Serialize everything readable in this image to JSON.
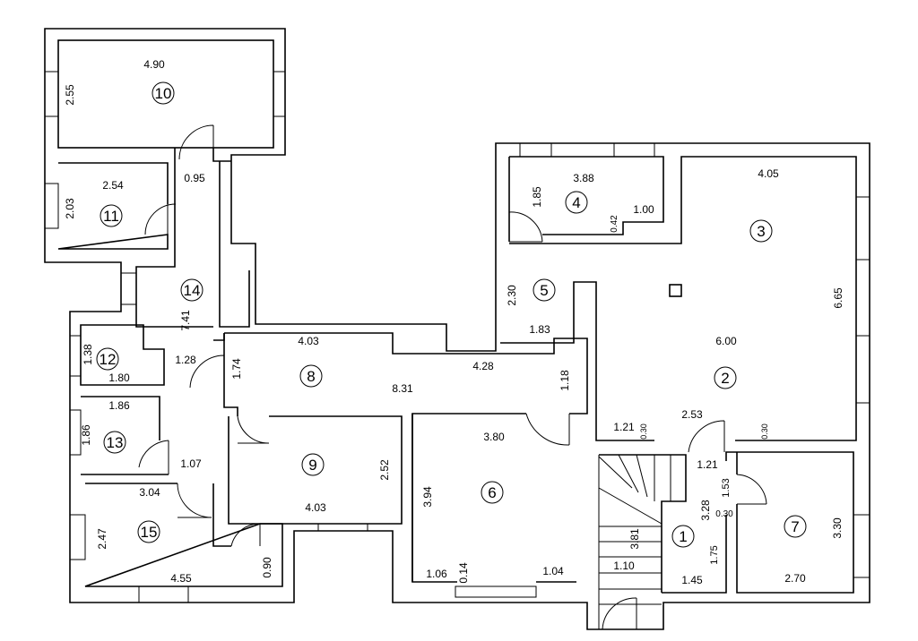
{
  "rooms": [
    {
      "number": "1"
    },
    {
      "number": "2"
    },
    {
      "number": "3"
    },
    {
      "number": "4"
    },
    {
      "number": "5"
    },
    {
      "number": "6"
    },
    {
      "number": "7"
    },
    {
      "number": "8"
    },
    {
      "number": "9"
    },
    {
      "number": "10"
    },
    {
      "number": "11"
    },
    {
      "number": "12"
    },
    {
      "number": "13"
    },
    {
      "number": "14"
    },
    {
      "number": "15"
    }
  ],
  "dimensions": [
    "4.90",
    "2.55",
    "2.54",
    "2.03",
    "0.95",
    "7.41",
    "1.38",
    "1.80",
    "1.28",
    "1.86",
    "1.86",
    "1.07",
    "3.04",
    "2.47",
    "4.55",
    "0.90",
    "4.03",
    "1.74",
    "8.31",
    "4.28",
    "1.18",
    "4.03",
    "2.52",
    "3.80",
    "3.94",
    "1.06",
    "0.14",
    "1.04",
    "3.88",
    "1.85",
    "0.42",
    "1.00",
    "2.30",
    "1.83",
    "4.05",
    "6.65",
    "6.00",
    "1.21",
    "0.30",
    "2.53",
    "0.30",
    "1.21",
    "1.53",
    "3.28",
    "0.30",
    "3.81",
    "1.10",
    "1.75",
    "1.45",
    "3.30",
    "2.70"
  ]
}
